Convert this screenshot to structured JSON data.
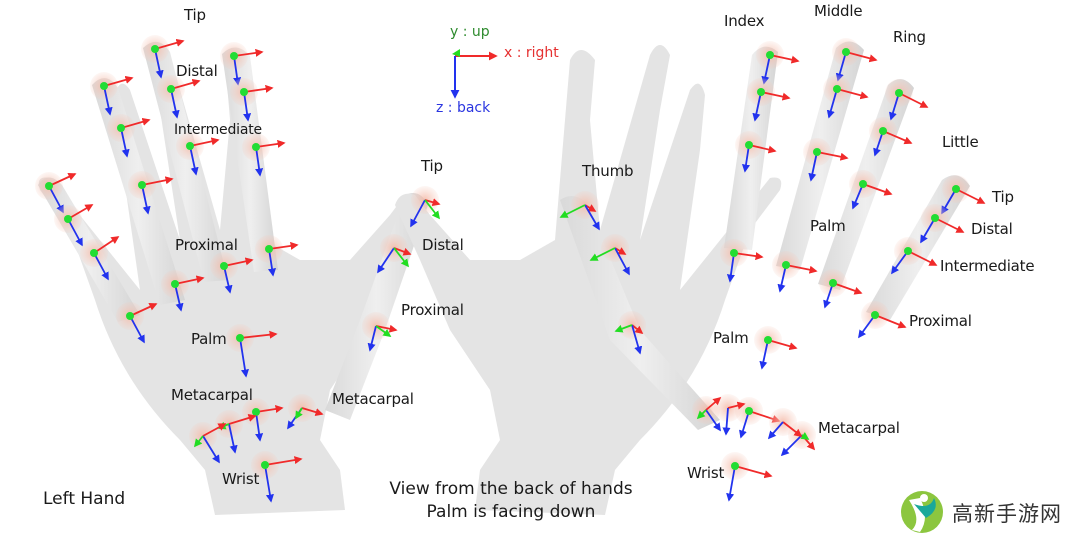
{
  "legend": {
    "y_axis": "y : up",
    "x_axis": "x : right",
    "z_axis": "z : back"
  },
  "colors": {
    "x_axis": "#f02a2a",
    "y_axis": "#22dd22",
    "z_axis": "#2233ee",
    "joint": "#22dd33",
    "joint_halo": "#f2b8a8",
    "hand_fill": "#e6e6e6"
  },
  "caption": {
    "line1": "View from the back of hands",
    "line2": "Palm is facing down"
  },
  "left_hand": {
    "name": "Left Hand",
    "labels": {
      "tip": "Tip",
      "distal": "Distal",
      "intermediate": "Intermediate",
      "proximal": "Proximal",
      "palm": "Palm",
      "metacarpal": "Metacarpal",
      "wrist": "Wrist",
      "thumb_tip": "Tip",
      "thumb_distal": "Distal",
      "thumb_proximal": "Proximal",
      "thumb_metacarpal": "Metacarpal"
    }
  },
  "right_hand": {
    "labels": {
      "index": "Index",
      "middle": "Middle",
      "ring": "Ring",
      "little": "Little",
      "thumb": "Thumb",
      "tip": "Tip",
      "distal": "Distal",
      "intermediate": "Intermediate",
      "proximal": "Proximal",
      "palm_upper": "Palm",
      "palm_lower": "Palm",
      "metacarpal": "Metacarpal",
      "wrist": "Wrist"
    }
  },
  "watermark": {
    "text": "高新手游网",
    "logo_green": "#8cc63f",
    "logo_teal": "#1aa89a"
  }
}
